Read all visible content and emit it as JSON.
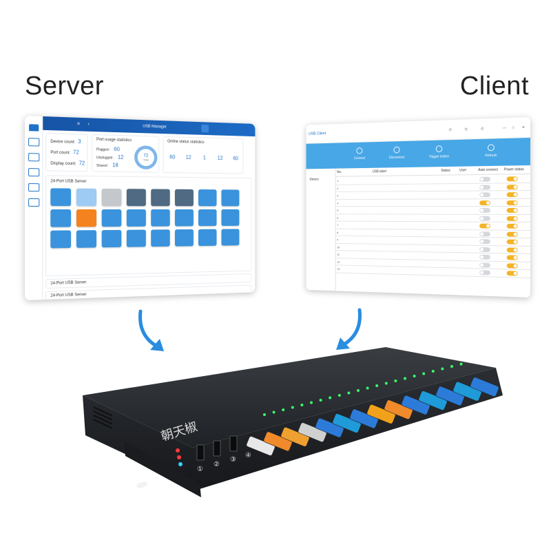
{
  "headings": {
    "server": "Server",
    "client": "Client"
  },
  "server": {
    "window_title": "USB Manager",
    "tabs": [
      "",
      "",
      "",
      ""
    ],
    "stats": {
      "device_count_label": "Device count:",
      "device_count": "3",
      "port_count_label": "Port count:",
      "port_count": "72",
      "display_count_label": "Display count:",
      "display_count": "72"
    },
    "port_usage": {
      "title": "Port usage statistics",
      "rows": [
        {
          "label": "Plugged",
          "value": "60"
        },
        {
          "label": "Unplugged",
          "value": "12"
        },
        {
          "label": "Shared",
          "value": "18"
        }
      ],
      "ring_value": "72",
      "ring_label": "Total"
    },
    "online_status": {
      "title": "Online status statistics",
      "values": [
        "60",
        "12",
        "1",
        "12",
        "60"
      ]
    },
    "panel_title": "24-Port USB Server",
    "rows": [
      "24-Port USB Server",
      "24-Port USB Server"
    ],
    "ports": [
      "blue",
      "light",
      "gray",
      "dark",
      "dark",
      "dark",
      "blue",
      "blue",
      "blue",
      "orange",
      "blue",
      "blue",
      "blue",
      "blue",
      "blue",
      "blue",
      "blue",
      "blue",
      "blue",
      "blue",
      "blue",
      "blue",
      "blue",
      "blue"
    ]
  },
  "client": {
    "app_name": "USB Client",
    "menu": [
      "",
      "",
      ""
    ],
    "toolbar": [
      "Connect",
      "Disconnect",
      "Trigger button",
      "Refresh"
    ],
    "columns": [
      "No.",
      "USB label",
      "Status",
      "User",
      "Auto connect",
      "Power status"
    ],
    "left_label": "Device",
    "rows": [
      {
        "no": "1",
        "auto": false,
        "power": true
      },
      {
        "no": "2",
        "auto": false,
        "power": true
      },
      {
        "no": "3",
        "auto": false,
        "power": true
      },
      {
        "no": "4",
        "auto": true,
        "power": true
      },
      {
        "no": "5",
        "auto": false,
        "power": true
      },
      {
        "no": "6",
        "auto": false,
        "power": true
      },
      {
        "no": "7",
        "auto": true,
        "power": true
      },
      {
        "no": "8",
        "auto": false,
        "power": true
      },
      {
        "no": "9",
        "auto": false,
        "power": true
      },
      {
        "no": "10",
        "auto": false,
        "power": true
      },
      {
        "no": "11",
        "auto": false,
        "power": true
      },
      {
        "no": "12",
        "auto": false,
        "power": true
      },
      {
        "no": "13",
        "auto": false,
        "power": true
      }
    ]
  },
  "device": {
    "brand": "朝天椒",
    "front_ports": [
      "①",
      "②",
      "③",
      "④"
    ]
  },
  "colors": {
    "accent": "#1e73c8",
    "toolbar": "#48a7e6",
    "orange": "#f4821f",
    "toggle_on": "#f5b325"
  }
}
